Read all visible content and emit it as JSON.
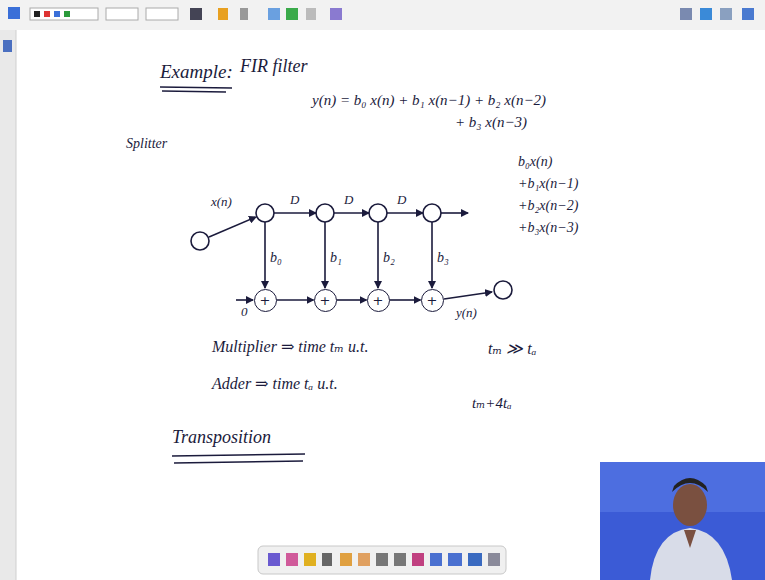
{
  "diagram": {
    "nodes": [
      {
        "text": [
          "+"
        ]
      },
      {
        "text": [
          "+"
        ]
      },
      {
        "text": [
          "+"
        ]
      },
      {
        "text": [
          "+"
        ]
      }
    ],
    "edges": [
      {
        "from": 0,
        "to": 1,
        "arrow": "to"
      },
      {
        "from": 1,
        "to": 2,
        "arrow": "to"
      },
      {
        "from": 2,
        "to": 3,
        "arrow": "to"
      }
    ],
    "labels": [
      "Example:",
      "FIR filter",
      "y(n) = b₀ x(n) + b₁ x(n−1) + b₂ x(n−2)",
      "+ b₃ x(n−3)",
      "Splitter",
      "x(n)",
      "D",
      "D",
      "D",
      "b₀",
      "b₁",
      "b₂",
      "b₃",
      "0",
      "y(n)",
      "b₀x(n)",
      "+b₁x(n−1)",
      "+b₂x(n−2)",
      "+b₃x(n−3)",
      "Multiplier ⇒ time tₘ u.t.",
      "Adder ⇒ time tₐ u.t.",
      "tₘ ≫ tₐ",
      "tₘ+4tₐ",
      "Transposition"
    ]
  }
}
